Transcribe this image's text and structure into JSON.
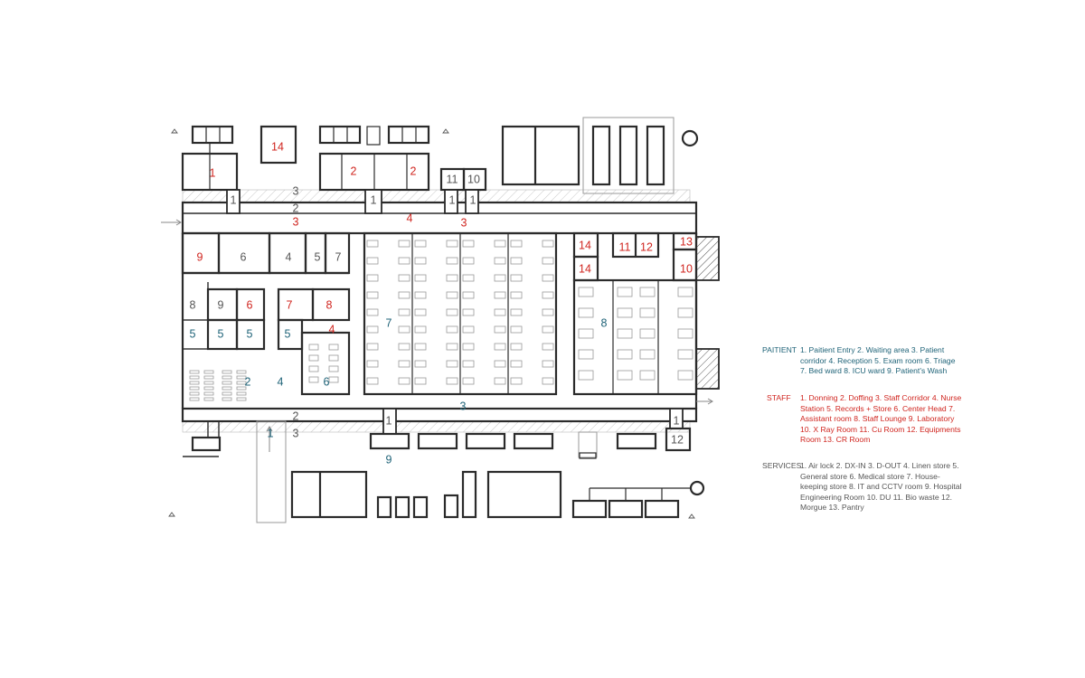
{
  "colors": {
    "wall": "#2b2b2b",
    "thin": "#9a9a9a",
    "hatch": "#c8c8c8",
    "patient": "#1f6378",
    "staff": "#d0251f",
    "services": "#555555",
    "gray_label": "#6a6a6a"
  },
  "room_labels": [
    {
      "text": "1",
      "group": "staff"
    },
    {
      "text": "14",
      "group": "staff"
    },
    {
      "text": "2",
      "group": "staff"
    },
    {
      "text": "2",
      "group": "staff"
    },
    {
      "text": "3",
      "group": "services"
    },
    {
      "text": "2",
      "group": "services"
    },
    {
      "text": "3",
      "group": "staff"
    },
    {
      "text": "4",
      "group": "staff"
    },
    {
      "text": "3",
      "group": "staff"
    },
    {
      "text": "11",
      "group": "services"
    },
    {
      "text": "10",
      "group": "services"
    },
    {
      "text": "1",
      "group": "services"
    },
    {
      "text": "1",
      "group": "services"
    },
    {
      "text": "1",
      "group": "services"
    },
    {
      "text": "1",
      "group": "services"
    },
    {
      "text": "9",
      "group": "staff"
    },
    {
      "text": "6",
      "group": "services"
    },
    {
      "text": "4",
      "group": "services"
    },
    {
      "text": "5",
      "group": "services"
    },
    {
      "text": "7",
      "group": "services"
    },
    {
      "text": "8",
      "group": "services"
    },
    {
      "text": "9",
      "group": "services"
    },
    {
      "text": "6",
      "group": "staff"
    },
    {
      "text": "7",
      "group": "staff"
    },
    {
      "text": "8",
      "group": "staff"
    },
    {
      "text": "5",
      "group": "patient"
    },
    {
      "text": "5",
      "group": "patient"
    },
    {
      "text": "5",
      "group": "patient"
    },
    {
      "text": "5",
      "group": "patient"
    },
    {
      "text": "4",
      "group": "staff"
    },
    {
      "text": "7",
      "group": "patient"
    },
    {
      "text": "2",
      "group": "patient"
    },
    {
      "text": "4",
      "group": "patient"
    },
    {
      "text": "6",
      "group": "patient"
    },
    {
      "text": "14",
      "group": "staff"
    },
    {
      "text": "14",
      "group": "staff"
    },
    {
      "text": "11",
      "group": "staff"
    },
    {
      "text": "12",
      "group": "staff"
    },
    {
      "text": "13",
      "group": "staff"
    },
    {
      "text": "10",
      "group": "staff"
    },
    {
      "text": "8",
      "group": "patient"
    },
    {
      "text": "3",
      "group": "patient"
    },
    {
      "text": "2",
      "group": "services"
    },
    {
      "text": "1",
      "group": "patient"
    },
    {
      "text": "3",
      "group": "services"
    },
    {
      "text": "1",
      "group": "services"
    },
    {
      "text": "1",
      "group": "services"
    },
    {
      "text": "12",
      "group": "services"
    },
    {
      "text": "9",
      "group": "patient"
    }
  ],
  "legend": {
    "patient": {
      "heading": "PAITIENT",
      "text": "1. Paitient Entry  2. Waiting area  3. Patient corridor  4. Reception  5. Exam room  6. Triage  7. Bed ward 8. ICU ward  9. Patient's Wash"
    },
    "staff": {
      "heading": "STAFF",
      "text": "1. Donning  2. Doffing  3. Staff Corridor  4. Nurse Station  5. Records + Store  6. Center Head  7. Assistant room 8. Staff Lounge  9. Laboratory  10. X Ray Room  11. Cu Room  12. Equipments Room 13. CR Room"
    },
    "services": {
      "heading": "SERVICES",
      "text": "1. Air lock  2. DX-IN  3. D-OUT  4. Linen store  5. General store  6. Medical store  7. House-keeping store  8. IT and CCTV room 9. Hospital Engineering Room  10. DU  11. Bio waste  12. Morgue  13. Pantry"
    }
  }
}
